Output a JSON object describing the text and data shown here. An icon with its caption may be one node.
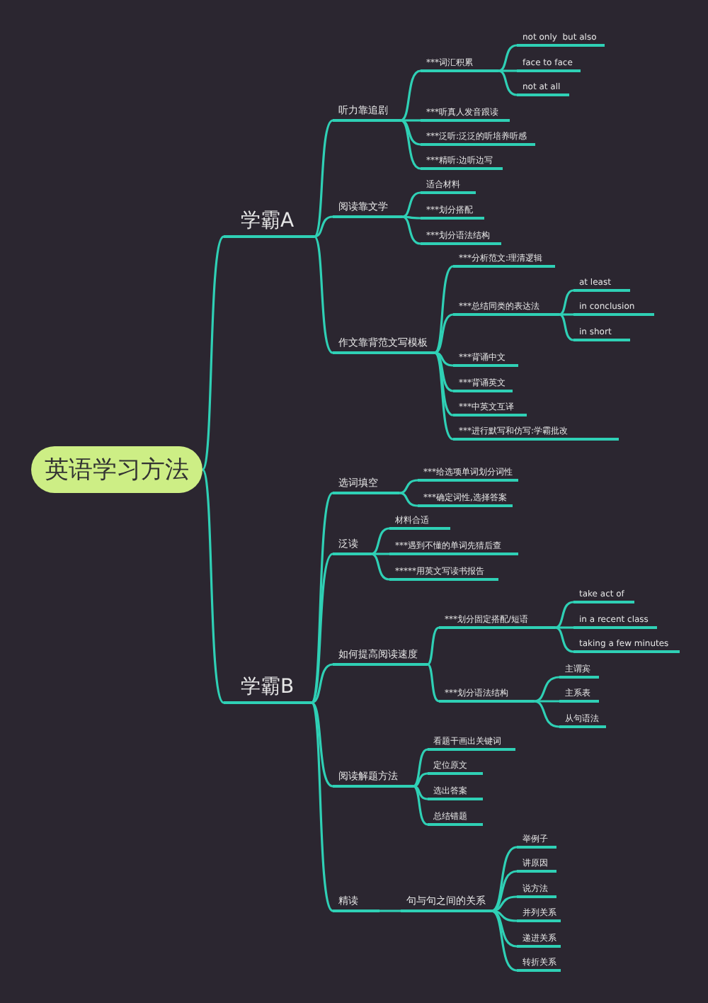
{
  "diagram": {
    "nodes": [
      {
        "text": [
          "英语学习方法"
        ]
      },
      {
        "text": [
          "学霸A"
        ]
      },
      {
        "text": [
          "听力靠追剧"
        ]
      },
      {
        "text": [
          "***词汇积累"
        ]
      },
      {
        "text": [
          "not only  but also"
        ]
      },
      {
        "text": [
          "face to face"
        ]
      },
      {
        "text": [
          "not at all"
        ]
      },
      {
        "text": [
          "***听真人发音跟读"
        ]
      },
      {
        "text": [
          "***泛听:泛泛的听培养听感"
        ]
      },
      {
        "text": [
          "***精听:边听边写"
        ]
      },
      {
        "text": [
          "阅读靠文学"
        ]
      },
      {
        "text": [
          "适合材料"
        ]
      },
      {
        "text": [
          "***划分搭配"
        ]
      },
      {
        "text": [
          "***划分语法结构"
        ]
      },
      {
        "text": [
          "作文靠背范文写模板"
        ]
      },
      {
        "text": [
          "***分析范文:理清逻辑"
        ]
      },
      {
        "text": [
          "***总结同类的表达法"
        ]
      },
      {
        "text": [
          "at least"
        ]
      },
      {
        "text": [
          "in conclusion"
        ]
      },
      {
        "text": [
          "in short"
        ]
      },
      {
        "text": [
          "***背诵中文"
        ]
      },
      {
        "text": [
          "***背诵英文"
        ]
      },
      {
        "text": [
          "***中英文互译"
        ]
      },
      {
        "text": [
          "***进行默写和仿写:学霸批改"
        ]
      },
      {
        "text": [
          "学霸B"
        ]
      },
      {
        "text": [
          "选词填空"
        ]
      },
      {
        "text": [
          "***给选项单词划分词性"
        ]
      },
      {
        "text": [
          "***确定词性,选择答案"
        ]
      },
      {
        "text": [
          "泛读"
        ]
      },
      {
        "text": [
          "材料合适"
        ]
      },
      {
        "text": [
          "***遇到不懂的单词先猜后查"
        ]
      },
      {
        "text": [
          "*****用英文写读书报告"
        ]
      },
      {
        "text": [
          "如何提高阅读速度"
        ]
      },
      {
        "text": [
          "***划分固定搭配/短语"
        ]
      },
      {
        "text": [
          "take act of"
        ]
      },
      {
        "text": [
          "in a recent class"
        ]
      },
      {
        "text": [
          "taking a few minutes"
        ]
      },
      {
        "text": [
          "***划分语法结构"
        ]
      },
      {
        "text": [
          "主谓宾"
        ]
      },
      {
        "text": [
          "主系表"
        ]
      },
      {
        "text": [
          "从句语法"
        ]
      },
      {
        "text": [
          "阅读解题方法"
        ]
      },
      {
        "text": [
          "看题干画出关键词"
        ]
      },
      {
        "text": [
          "定位原文"
        ]
      },
      {
        "text": [
          "选出答案"
        ]
      },
      {
        "text": [
          "总结错题"
        ]
      },
      {
        "text": [
          "精读"
        ]
      },
      {
        "text": [
          "句与句之间的关系"
        ]
      },
      {
        "text": [
          "举例子"
        ]
      },
      {
        "text": [
          "讲原因"
        ]
      },
      {
        "text": [
          "说方法"
        ]
      },
      {
        "text": [
          "并列关系"
        ]
      },
      {
        "text": [
          "递进关系"
        ]
      },
      {
        "text": [
          "转折关系"
        ]
      }
    ],
    "edges": [
      {
        "from": 0,
        "to": 1,
        "arrow": "none"
      },
      {
        "from": 1,
        "to": 2,
        "arrow": "none"
      },
      {
        "from": 2,
        "to": 3,
        "arrow": "none"
      },
      {
        "from": 3,
        "to": 4,
        "arrow": "none"
      },
      {
        "from": 3,
        "to": 5,
        "arrow": "none"
      },
      {
        "from": 3,
        "to": 6,
        "arrow": "none"
      },
      {
        "from": 2,
        "to": 7,
        "arrow": "none"
      },
      {
        "from": 2,
        "to": 8,
        "arrow": "none"
      },
      {
        "from": 2,
        "to": 9,
        "arrow": "none"
      },
      {
        "from": 1,
        "to": 10,
        "arrow": "none"
      },
      {
        "from": 10,
        "to": 11,
        "arrow": "none"
      },
      {
        "from": 10,
        "to": 12,
        "arrow": "none"
      },
      {
        "from": 10,
        "to": 13,
        "arrow": "none"
      },
      {
        "from": 1,
        "to": 14,
        "arrow": "none"
      },
      {
        "from": 14,
        "to": 15,
        "arrow": "none"
      },
      {
        "from": 14,
        "to": 16,
        "arrow": "none"
      },
      {
        "from": 16,
        "to": 17,
        "arrow": "none"
      },
      {
        "from": 16,
        "to": 18,
        "arrow": "none"
      },
      {
        "from": 16,
        "to": 19,
        "arrow": "none"
      },
      {
        "from": 14,
        "to": 20,
        "arrow": "none"
      },
      {
        "from": 14,
        "to": 21,
        "arrow": "none"
      },
      {
        "from": 14,
        "to": 22,
        "arrow": "none"
      },
      {
        "from": 14,
        "to": 23,
        "arrow": "none"
      },
      {
        "from": 0,
        "to": 24,
        "arrow": "none"
      },
      {
        "from": 24,
        "to": 25,
        "arrow": "none"
      },
      {
        "from": 25,
        "to": 26,
        "arrow": "none"
      },
      {
        "from": 25,
        "to": 27,
        "arrow": "none"
      },
      {
        "from": 24,
        "to": 28,
        "arrow": "none"
      },
      {
        "from": 28,
        "to": 29,
        "arrow": "none"
      },
      {
        "from": 28,
        "to": 30,
        "arrow": "none"
      },
      {
        "from": 28,
        "to": 31,
        "arrow": "none"
      },
      {
        "from": 24,
        "to": 32,
        "arrow": "none"
      },
      {
        "from": 32,
        "to": 33,
        "arrow": "none"
      },
      {
        "from": 33,
        "to": 34,
        "arrow": "none"
      },
      {
        "from": 33,
        "to": 35,
        "arrow": "none"
      },
      {
        "from": 33,
        "to": 36,
        "arrow": "none"
      },
      {
        "from": 32,
        "to": 37,
        "arrow": "none"
      },
      {
        "from": 37,
        "to": 38,
        "arrow": "none"
      },
      {
        "from": 37,
        "to": 39,
        "arrow": "none"
      },
      {
        "from": 37,
        "to": 40,
        "arrow": "none"
      },
      {
        "from": 24,
        "to": 41,
        "arrow": "none"
      },
      {
        "from": 41,
        "to": 42,
        "arrow": "none"
      },
      {
        "from": 41,
        "to": 43,
        "arrow": "none"
      },
      {
        "from": 41,
        "to": 44,
        "arrow": "none"
      },
      {
        "from": 41,
        "to": 45,
        "arrow": "none"
      },
      {
        "from": 24,
        "to": 46,
        "arrow": "none"
      },
      {
        "from": 46,
        "to": 47,
        "arrow": "none"
      },
      {
        "from": 47,
        "to": 48,
        "arrow": "none"
      },
      {
        "from": 47,
        "to": 49,
        "arrow": "none"
      },
      {
        "from": 47,
        "to": 50,
        "arrow": "none"
      },
      {
        "from": 47,
        "to": 51,
        "arrow": "none"
      },
      {
        "from": 47,
        "to": 52,
        "arrow": "none"
      },
      {
        "from": 47,
        "to": 53,
        "arrow": "none"
      }
    ]
  }
}
